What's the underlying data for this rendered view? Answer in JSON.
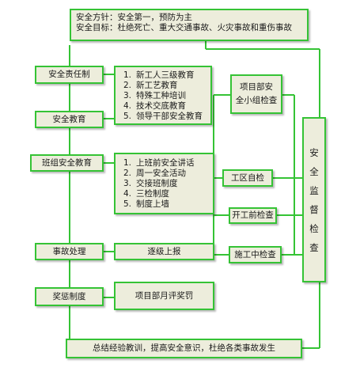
{
  "header": {
    "line1": "安全方针：安全第一，预防为主",
    "line2": "安全目标：杜绝死亡、重大交通事故、火灾事故和重伤事故"
  },
  "left_column": {
    "responsibility": "安全责任制",
    "education": "安全教育",
    "team_education": "班组安全教育",
    "accident": "事故处理",
    "reward": "奖惩制度"
  },
  "education_list": [
    {
      "num": "1.",
      "text": "新工人三级教育"
    },
    {
      "num": "2.",
      "text": "新工艺教育"
    },
    {
      "num": "3.",
      "text": "特殊工种培训"
    },
    {
      "num": "4.",
      "text": "技术交底教育"
    },
    {
      "num": "5.",
      "text": "领导干部安全教育"
    }
  ],
  "team_list": [
    {
      "num": "1.",
      "text": "上班前安全讲话"
    },
    {
      "num": "2.",
      "text": "周一安全活动"
    },
    {
      "num": "3.",
      "text": "交接班制度"
    },
    {
      "num": "4.",
      "text": "三检制度"
    },
    {
      "num": "5.",
      "text": "制度上墙"
    }
  ],
  "middle": {
    "escalate": "逐级上报",
    "monthly": "项目部月评奖罚"
  },
  "right_column": {
    "project_group_line1": "项目部安",
    "project_group_line2": "全小组检查",
    "area_check": "工区自检",
    "pre_start": "开工前检查",
    "during": "施工中检查"
  },
  "supervision": [
    "安",
    "全",
    "监",
    "督",
    "检",
    "查"
  ],
  "footer": "总结经验教训，提高安全意识，杜绝各类事故发生",
  "colors": {
    "border": "#35c335",
    "fill": "#ededdc",
    "line": "#35c335"
  }
}
